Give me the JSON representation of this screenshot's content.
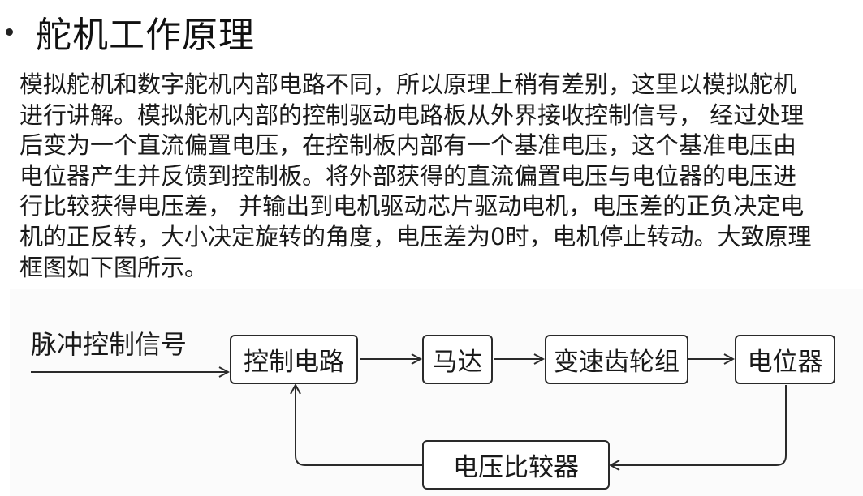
{
  "title": "舵机工作原理",
  "paragraph_lines": [
    "模拟舵机和数字舵机内部电路不同，所以原理上稍有差别，这里以模拟舵机",
    "进行讲解。模拟舵机内部的控制驱动电路板从外界接收控制信号， 经过处理",
    "后变为一个直流偏置电压，在控制板内部有一个基准电压，这个基准电压由",
    "电位器产生并反馈到控制板。将外部获得的直流偏置电压与电位器的电压进",
    "行比较获得电压差， 并输出到电机驱动芯片驱动电机，电压差的正负决定电",
    "机的正反转，大小决定旋转的角度，电压差为0时，电机停止转动。大致原理",
    "框图如下图所示。"
  ],
  "diagram": {
    "input_label": "脉冲控制信号",
    "boxes": {
      "control_circuit": "控制电路",
      "motor": "马达",
      "gearbox": "变速齿轮组",
      "potentiometer": "电位器",
      "comparator": "电压比较器"
    }
  }
}
